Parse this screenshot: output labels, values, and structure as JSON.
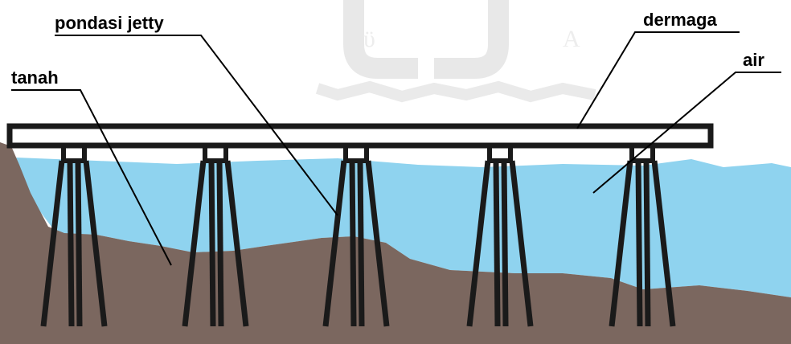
{
  "labels": {
    "pondasi_jetty": "pondasi jetty",
    "dermaga": "dermaga",
    "tanah": "tanah",
    "air": "air"
  },
  "colors": {
    "water": "#8fd3ef",
    "ground": "#7b675f",
    "structure": "#1a1a1a",
    "deck_fill": "#ffffff",
    "watermark": "#e3e3e3"
  },
  "pile_group_count": 5
}
